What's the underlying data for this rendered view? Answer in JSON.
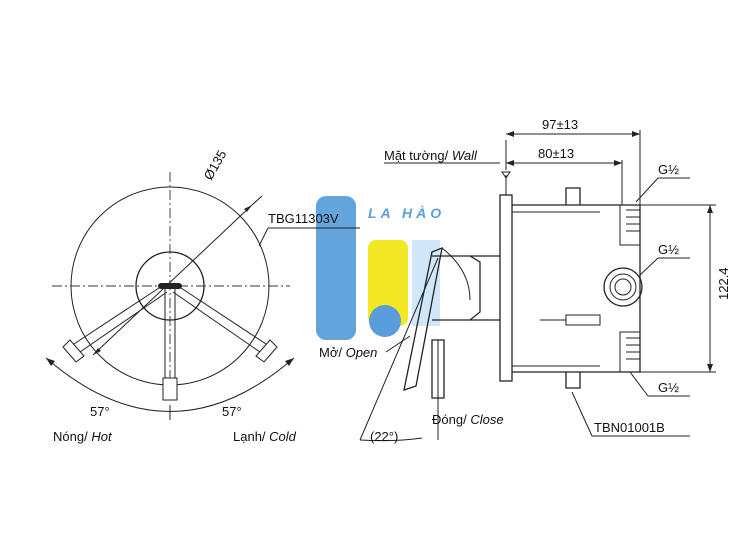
{
  "labels": {
    "diameter": "Ø135",
    "model_valve": "TBG11303V",
    "wall": "Mặt tường/",
    "wall_it": "Wall",
    "open": "Mở/",
    "open_it": "Open",
    "close": "Đóng/",
    "close_it": "Close",
    "hot": "Nóng/",
    "hot_it": "Hot",
    "cold": "Lạnh/",
    "cold_it": "Cold",
    "angle_hot": "57°",
    "angle_cold": "57°",
    "angle_tilt": "(22°)",
    "dim_total": "97±13",
    "dim_body": "80±13",
    "dim_height": "122.4",
    "thread_top": "G½",
    "thread_mid": "G½",
    "thread_bottom": "G½",
    "model_body": "TBN01001B"
  },
  "watermark": {
    "text": "LA HÀO",
    "colors": {
      "blue": "#3d8fd6",
      "yellow": "#f2e600",
      "light_blue": "#9cc8ee"
    }
  }
}
